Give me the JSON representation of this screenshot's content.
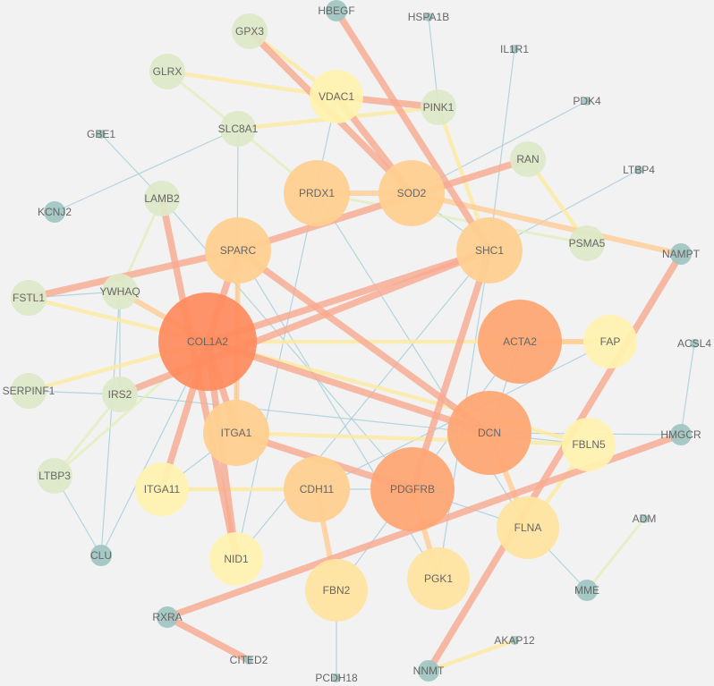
{
  "palette": {
    "background": "#f2f2f2",
    "label": "#666666",
    "node_colors": {
      "1": "#9fc6c2",
      "2": "#dde8c8",
      "3": "#fff3b0",
      "4": "#ffe4a0",
      "5": "#ffcf8f",
      "6": "#ffa572",
      "7": "#ff8a5c"
    },
    "edge_colors": {
      "weak": "#a9cfdb",
      "light": "#e2eeb8",
      "yellow": "#fbeaa0",
      "mid": "#ffc98f",
      "strong": "#f7a98f"
    }
  },
  "nodes": [
    {
      "id": "COL1A2",
      "label": "COL1A2",
      "level": 7
    },
    {
      "id": "DCN",
      "label": "DCN",
      "level": 6
    },
    {
      "id": "ACTA2",
      "label": "ACTA2",
      "level": 6
    },
    {
      "id": "PDGFRB",
      "label": "PDGFRB",
      "level": 6
    },
    {
      "id": "PRDX1",
      "label": "PRDX1",
      "level": 5
    },
    {
      "id": "SOD2",
      "label": "SOD2",
      "level": 5
    },
    {
      "id": "SPARC",
      "label": "SPARC",
      "level": 5
    },
    {
      "id": "SHC1",
      "label": "SHC1",
      "level": 5
    },
    {
      "id": "ITGA1",
      "label": "ITGA1",
      "level": 5
    },
    {
      "id": "CDH11",
      "label": "CDH11",
      "level": 5
    },
    {
      "id": "FBN2",
      "label": "FBN2",
      "level": 4
    },
    {
      "id": "PGK1",
      "label": "PGK1",
      "level": 4
    },
    {
      "id": "FLNA",
      "label": "FLNA",
      "level": 4
    },
    {
      "id": "VDAC1",
      "label": "VDAC1",
      "level": 3
    },
    {
      "id": "FAP",
      "label": "FAP",
      "level": 3
    },
    {
      "id": "FBLN5",
      "label": "FBLN5",
      "level": 3
    },
    {
      "id": "ITGA11",
      "label": "ITGA11",
      "level": 3
    },
    {
      "id": "NID1",
      "label": "NID1",
      "level": 3
    },
    {
      "id": "GPX3",
      "label": "GPX3",
      "level": 2
    },
    {
      "id": "GLRX",
      "label": "GLRX",
      "level": 2
    },
    {
      "id": "SLC8A1",
      "label": "SLC8A1",
      "level": 2
    },
    {
      "id": "PINK1",
      "label": "PINK1",
      "level": 2
    },
    {
      "id": "RAN",
      "label": "RAN",
      "level": 2
    },
    {
      "id": "PSMA5",
      "label": "PSMA5",
      "level": 2
    },
    {
      "id": "LAMB2",
      "label": "LAMB2",
      "level": 2
    },
    {
      "id": "YWHAQ",
      "label": "YWHAQ",
      "level": 2
    },
    {
      "id": "FSTL1",
      "label": "FSTL1",
      "level": 2
    },
    {
      "id": "IRS2",
      "label": "IRS2",
      "level": 2
    },
    {
      "id": "SERPINF1",
      "label": "SERPINF1",
      "level": 2
    },
    {
      "id": "LTBP3",
      "label": "LTBP3",
      "level": 2
    },
    {
      "id": "HBEGF",
      "label": "HBEGF",
      "level": 1
    },
    {
      "id": "KCNJ2",
      "label": "KCNJ2",
      "level": 1
    },
    {
      "id": "NAMPT",
      "label": "NAMPT",
      "level": 1
    },
    {
      "id": "HMGCR",
      "label": "HMGCR",
      "level": 1
    },
    {
      "id": "CLU",
      "label": "CLU",
      "level": 1
    },
    {
      "id": "MME",
      "label": "MME",
      "level": 1
    },
    {
      "id": "RXRA",
      "label": "RXRA",
      "level": 1
    },
    {
      "id": "NNMT",
      "label": "NNMT",
      "level": 1
    },
    {
      "id": "HSPA1B",
      "label": "HSPA1B",
      "level": 0
    },
    {
      "id": "IL1R1",
      "label": "IL1R1",
      "level": 0
    },
    {
      "id": "PDK4",
      "label": "PDK4",
      "level": 0
    },
    {
      "id": "GBE1",
      "label": "GBE1",
      "level": 0
    },
    {
      "id": "LTBP4",
      "label": "LTBP4",
      "level": 0
    },
    {
      "id": "ACSL4",
      "label": "ACSL4",
      "level": 0
    },
    {
      "id": "ADM",
      "label": "ADM",
      "level": 0
    },
    {
      "id": "AKAP12",
      "label": "AKAP12",
      "level": 0
    },
    {
      "id": "CITED2",
      "label": "CITED2",
      "level": 0
    },
    {
      "id": "PCDH18",
      "label": "PCDH18",
      "level": 0
    }
  ],
  "edges": [
    {
      "source": "HBEGF",
      "target": "SHC1",
      "strength": "strong"
    },
    {
      "source": "GPX3",
      "target": "SOD2",
      "strength": "strong"
    },
    {
      "source": "VDAC1",
      "target": "PINK1",
      "strength": "strong"
    },
    {
      "source": "VDAC1",
      "target": "SOD2",
      "strength": "strong"
    },
    {
      "source": "SPARC",
      "target": "RAN",
      "strength": "strong"
    },
    {
      "source": "COL1A2",
      "target": "ITGA1",
      "strength": "strong"
    },
    {
      "source": "COL1A2",
      "target": "ITGA11",
      "strength": "strong"
    },
    {
      "source": "COL1A2",
      "target": "NID1",
      "strength": "strong"
    },
    {
      "source": "COL1A2",
      "target": "SHC1",
      "strength": "strong"
    },
    {
      "source": "COL1A2",
      "target": "DCN",
      "strength": "strong"
    },
    {
      "source": "COL1A2",
      "target": "SPARC",
      "strength": "strong"
    },
    {
      "source": "FSTL1",
      "target": "SPARC",
      "strength": "strong"
    },
    {
      "source": "IRS2",
      "target": "SHC1",
      "strength": "strong"
    },
    {
      "source": "LAMB2",
      "target": "NID1",
      "strength": "strong"
    },
    {
      "source": "SPARC",
      "target": "DCN",
      "strength": "strong"
    },
    {
      "source": "ITGA1",
      "target": "PDGFRB",
      "strength": "strong"
    },
    {
      "source": "PDGFRB",
      "target": "SHC1",
      "strength": "strong"
    },
    {
      "source": "NAMPT",
      "target": "NNMT",
      "strength": "strong"
    },
    {
      "source": "RXRA",
      "target": "HMGCR",
      "strength": "strong"
    },
    {
      "source": "RXRA",
      "target": "CITED2",
      "strength": "strong"
    },
    {
      "source": "ITGA1",
      "target": "SPARC",
      "strength": "mid"
    },
    {
      "source": "SOD2",
      "target": "PRDX1",
      "strength": "mid"
    },
    {
      "source": "SOD2",
      "target": "NAMPT",
      "strength": "mid"
    },
    {
      "source": "YWHAQ",
      "target": "COL1A2",
      "strength": "mid"
    },
    {
      "source": "CDH11",
      "target": "FBN2",
      "strength": "mid"
    },
    {
      "source": "FLNA",
      "target": "DCN",
      "strength": "mid"
    },
    {
      "source": "PGK1",
      "target": "PDGFRB",
      "strength": "mid"
    },
    {
      "source": "FAP",
      "target": "ACTA2",
      "strength": "mid"
    },
    {
      "source": "GLRX",
      "target": "VDAC1",
      "strength": "yellow"
    },
    {
      "source": "GPX3",
      "target": "VDAC1",
      "strength": "yellow"
    },
    {
      "source": "SLC8A1",
      "target": "PINK1",
      "strength": "yellow"
    },
    {
      "source": "PINK1",
      "target": "SHC1",
      "strength": "yellow"
    },
    {
      "source": "RAN",
      "target": "PSMA5",
      "strength": "yellow"
    },
    {
      "source": "FSTL1",
      "target": "COL1A2",
      "strength": "yellow"
    },
    {
      "source": "COL1A2",
      "target": "FAP",
      "strength": "yellow"
    },
    {
      "source": "FBLN5",
      "target": "COL1A2",
      "strength": "yellow"
    },
    {
      "source": "SERPINF1",
      "target": "COL1A2",
      "strength": "yellow"
    },
    {
      "source": "ITGA11",
      "target": "CDH11",
      "strength": "yellow"
    },
    {
      "source": "FBLN5",
      "target": "FLNA",
      "strength": "yellow"
    },
    {
      "source": "FBLN5",
      "target": "ITGA1",
      "strength": "yellow"
    },
    {
      "source": "NNMT",
      "target": "AKAP12",
      "strength": "yellow"
    },
    {
      "source": "GLRX",
      "target": "SLC8A1",
      "strength": "light"
    },
    {
      "source": "SLC8A1",
      "target": "PRDX1",
      "strength": "light"
    },
    {
      "source": "LAMB2",
      "target": "YWHAQ",
      "strength": "light"
    },
    {
      "source": "LTBP3",
      "target": "COL1A2",
      "strength": "light"
    },
    {
      "source": "IRS2",
      "target": "LTBP3",
      "strength": "light"
    },
    {
      "source": "ADM",
      "target": "MME",
      "strength": "light"
    },
    {
      "source": "PRDX1",
      "target": "PSMA5",
      "strength": "light"
    },
    {
      "source": "HSPA1B",
      "target": "PINK1",
      "strength": "weak"
    },
    {
      "source": "IL1R1",
      "target": "SHC1",
      "strength": "weak"
    },
    {
      "source": "PDK4",
      "target": "SOD2",
      "strength": "weak"
    },
    {
      "source": "LTBP4",
      "target": "SHC1",
      "strength": "weak"
    },
    {
      "source": "GBE1",
      "target": "LAMB2",
      "strength": "weak"
    },
    {
      "source": "KCNJ2",
      "target": "SLC8A1",
      "strength": "weak"
    },
    {
      "source": "ACSL4",
      "target": "HMGCR",
      "strength": "weak"
    },
    {
      "source": "YWHAQ",
      "target": "CLU",
      "strength": "weak"
    },
    {
      "source": "IRS2",
      "target": "SERPINF1",
      "strength": "weak"
    },
    {
      "source": "FSTL1",
      "target": "YWHAQ",
      "strength": "weak"
    },
    {
      "source": "LTBP3",
      "target": "CLU",
      "strength": "weak"
    },
    {
      "source": "IRS2",
      "target": "YWHAQ",
      "strength": "weak"
    },
    {
      "source": "FLNA",
      "target": "MME",
      "strength": "weak"
    },
    {
      "source": "FBN2",
      "target": "PCDH18",
      "strength": "weak"
    },
    {
      "source": "COL1A2",
      "target": "CLU",
      "strength": "weak"
    },
    {
      "source": "DCN",
      "target": "ACTA2",
      "strength": "weak"
    },
    {
      "source": "DCN",
      "target": "HMGCR",
      "strength": "weak"
    },
    {
      "source": "CDH11",
      "target": "PDGFRB",
      "strength": "weak"
    },
    {
      "source": "CDH11",
      "target": "FAP",
      "strength": "weak"
    },
    {
      "source": "PDGFRB",
      "target": "FLNA",
      "strength": "weak"
    },
    {
      "source": "SHC1",
      "target": "PGK1",
      "strength": "weak"
    },
    {
      "source": "SPARC",
      "target": "PGK1",
      "strength": "weak"
    },
    {
      "source": "IRS2",
      "target": "FBLN5",
      "strength": "weak"
    },
    {
      "source": "VDAC1",
      "target": "NID1",
      "strength": "weak"
    },
    {
      "source": "SLC8A1",
      "target": "ITGA1",
      "strength": "weak"
    },
    {
      "source": "LAMB2",
      "target": "PDGFRB",
      "strength": "weak"
    },
    {
      "source": "ITGA11",
      "target": "ITGA1",
      "strength": "weak"
    },
    {
      "source": "FBN2",
      "target": "ACTA2",
      "strength": "weak"
    },
    {
      "source": "NID1",
      "target": "SHC1",
      "strength": "weak"
    },
    {
      "source": "PRDX1",
      "target": "FLNA",
      "strength": "weak"
    },
    {
      "source": "SOD2",
      "target": "SHC1",
      "strength": "weak"
    }
  ]
}
